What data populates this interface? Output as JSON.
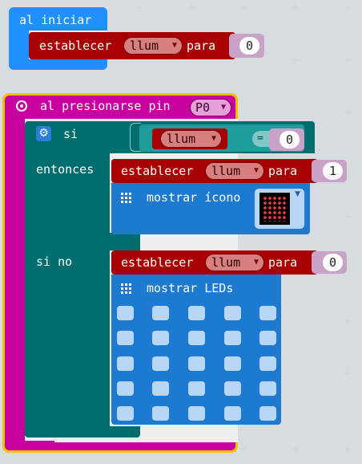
{
  "on_start": {
    "label": "al iniciar",
    "set_block": {
      "label": "establecer",
      "variable": "llum",
      "to_label": "para",
      "value": "0"
    }
  },
  "on_pin": {
    "label": "al presionarse pin",
    "pin": "P0",
    "if_block": {
      "if_label": "si",
      "condition": {
        "variable": "llum",
        "operator": "=",
        "value": "0"
      },
      "then_label": "entonces",
      "then_set": {
        "label": "establecer",
        "variable": "llum",
        "to_label": "para",
        "value": "1"
      },
      "show_icon_label": "mostrar ícono",
      "else_label": "si no",
      "else_set": {
        "label": "establecer",
        "variable": "llum",
        "to_label": "para",
        "value": "0"
      },
      "show_leds_label": "mostrar LEDs",
      "leds": [
        [
          0,
          0,
          0,
          0,
          0
        ],
        [
          0,
          0,
          0,
          0,
          0
        ],
        [
          0,
          0,
          0,
          0,
          0
        ],
        [
          0,
          0,
          0,
          0,
          0
        ],
        [
          0,
          0,
          0,
          0,
          0
        ]
      ]
    }
  },
  "colors": {
    "workspace": "#ecf0f1",
    "basic_blue": "#1e7ad0",
    "variable_red": "#a80000",
    "input_pink": "#c800a0",
    "logic_teal": "#006e6e"
  }
}
